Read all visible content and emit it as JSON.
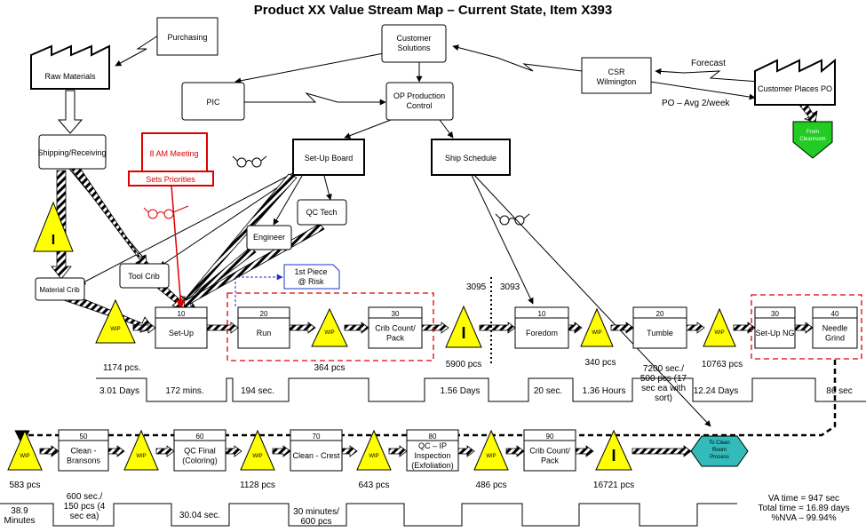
{
  "title": "Product XX Value Stream Map – Current State, Item X393",
  "control": {
    "purchasing": "Purchasing",
    "customer_solutions": [
      "Customer",
      "Solutions"
    ],
    "csr": [
      "CSR",
      "Wilmington"
    ],
    "customer": "Customer Places PO",
    "forecast": "Forecast",
    "po": "PO – Avg 2/week",
    "from_cleanroom": [
      "From",
      "Cleanroom"
    ],
    "raw_materials": "Raw Materials",
    "pic": "PIC",
    "op_control": [
      "OP Production",
      "Control"
    ],
    "shipping": "Shipping/Receiving",
    "meeting": "8 AM Meeting",
    "sets_priorities": "Sets Priorities",
    "setup_board": "Set-Up Board",
    "ship_schedule": "Ship Schedule",
    "qc_tech": "QC Tech",
    "engineer": "Engineer",
    "tool_crib": "Tool Crib",
    "material_crib": "Material Crib",
    "first_piece": [
      "1st Piece",
      "@ Risk"
    ],
    "qty_left": "3095",
    "qty_right": "3093",
    "to_clean_room": [
      "To Clean",
      "Room",
      "Process"
    ],
    "inventory_letter": "I",
    "wip": "WIP"
  },
  "row1": {
    "processes": [
      {
        "num": "10",
        "name": [
          "Set-Up"
        ]
      },
      {
        "num": "20",
        "name": [
          "Run"
        ]
      },
      {
        "num": "30",
        "name": [
          "Crib Count/",
          "Pack"
        ]
      },
      {
        "num": "10",
        "name": [
          "Foredom"
        ]
      },
      {
        "num": "20",
        "name": [
          "Tumble"
        ]
      },
      {
        "num": "30",
        "name": [
          "Set-Up NG"
        ]
      },
      {
        "num": "40",
        "name": [
          "Needle",
          "Grind"
        ]
      }
    ],
    "inventory_labels": [
      "1174 pcs.",
      "364 pcs",
      "5900 pcs",
      "340 pcs",
      "10763 pcs"
    ],
    "timeline": [
      "3.01 Days",
      "172 mins.",
      "194 sec.",
      "1.56 Days",
      "20 sec.",
      "1.36 Hours",
      "7200 sec./\n500 pcs (17\nsec ea with\nsort)",
      "12.24 Days",
      "86 sec"
    ]
  },
  "row2": {
    "processes": [
      {
        "num": "50",
        "name": [
          "Clean -",
          "Bransons"
        ]
      },
      {
        "num": "60",
        "name": [
          "QC Final",
          "(Coloring)"
        ]
      },
      {
        "num": "70",
        "name": [
          "Clean - Crest"
        ]
      },
      {
        "num": "80",
        "name": [
          "QC – IP",
          "Inspection",
          "(Exfoliation)"
        ]
      },
      {
        "num": "90",
        "name": [
          "Crib Count/",
          "Pack"
        ]
      }
    ],
    "inventory_labels": [
      "583 pcs",
      "1128 pcs",
      "643 pcs",
      "486 pcs",
      "16721 pcs"
    ],
    "timeline": [
      "38.9\nMinutes",
      "600 sec./\n150 pcs (4\nsec ea)",
      "30.04 sec.",
      "30 minutes/\n600 pcs"
    ]
  },
  "summary": [
    "VA time = 947 sec",
    "Total time = 16.89 days",
    "%NVA – 99.94%"
  ]
}
